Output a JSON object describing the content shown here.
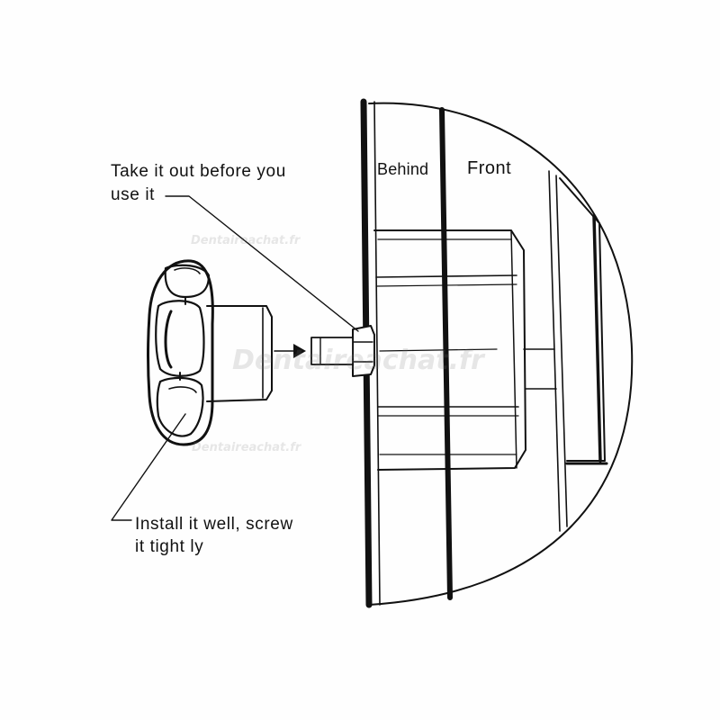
{
  "callouts": {
    "remove_line1": "Take  it out before you",
    "remove_line2": "use it",
    "install_line1": "Install it well, screw",
    "install_line2": "it tight ly"
  },
  "panel_labels": {
    "behind": "Behind",
    "front": "Front"
  },
  "watermark": {
    "text": "Dentaireachat.fr"
  },
  "colors": {
    "ink": "#111111",
    "paper": "#fefefe"
  }
}
